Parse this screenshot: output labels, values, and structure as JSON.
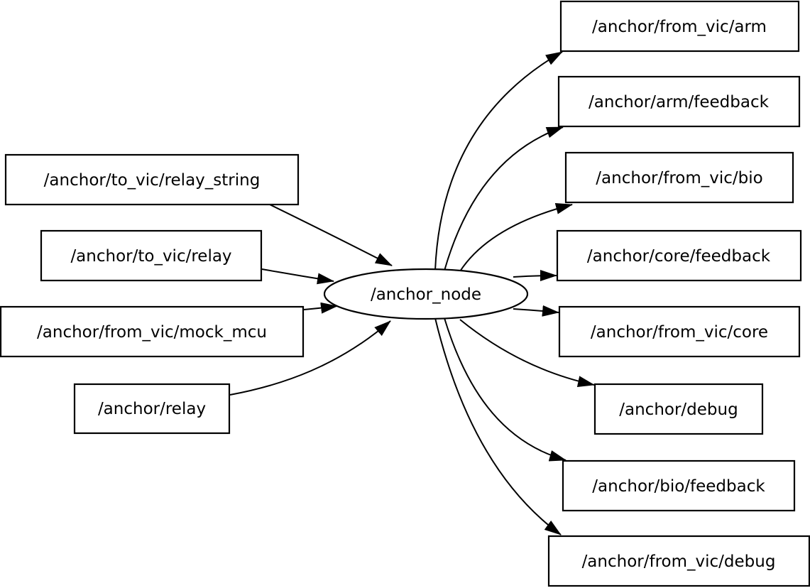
{
  "graph": {
    "node": {
      "label": "/anchor_node"
    },
    "inputs": [
      {
        "label": "/anchor/to_vic/relay_string"
      },
      {
        "label": "/anchor/to_vic/relay"
      },
      {
        "label": "/anchor/from_vic/mock_mcu"
      },
      {
        "label": "/anchor/relay"
      }
    ],
    "outputs": [
      {
        "label": "/anchor/from_vic/arm"
      },
      {
        "label": "/anchor/arm/feedback"
      },
      {
        "label": "/anchor/from_vic/bio"
      },
      {
        "label": "/anchor/core/feedback"
      },
      {
        "label": "/anchor/from_vic/core"
      },
      {
        "label": "/anchor/debug"
      },
      {
        "label": "/anchor/bio/feedback"
      },
      {
        "label": "/anchor/from_vic/debug"
      }
    ],
    "edges": [
      {
        "from": "/anchor/to_vic/relay_string",
        "to": "/anchor_node"
      },
      {
        "from": "/anchor/to_vic/relay",
        "to": "/anchor_node"
      },
      {
        "from": "/anchor/from_vic/mock_mcu",
        "to": "/anchor_node"
      },
      {
        "from": "/anchor/relay",
        "to": "/anchor_node"
      },
      {
        "from": "/anchor_node",
        "to": "/anchor/from_vic/arm"
      },
      {
        "from": "/anchor_node",
        "to": "/anchor/arm/feedback"
      },
      {
        "from": "/anchor_node",
        "to": "/anchor/from_vic/bio"
      },
      {
        "from": "/anchor_node",
        "to": "/anchor/core/feedback"
      },
      {
        "from": "/anchor_node",
        "to": "/anchor/from_vic/core"
      },
      {
        "from": "/anchor_node",
        "to": "/anchor/debug"
      },
      {
        "from": "/anchor_node",
        "to": "/anchor/bio/feedback"
      },
      {
        "from": "/anchor_node",
        "to": "/anchor/from_vic/debug"
      }
    ],
    "colors": {
      "background": "#ffffff",
      "shape_fill": "#ffffff",
      "stroke": "#000000",
      "text": "#000000"
    }
  }
}
